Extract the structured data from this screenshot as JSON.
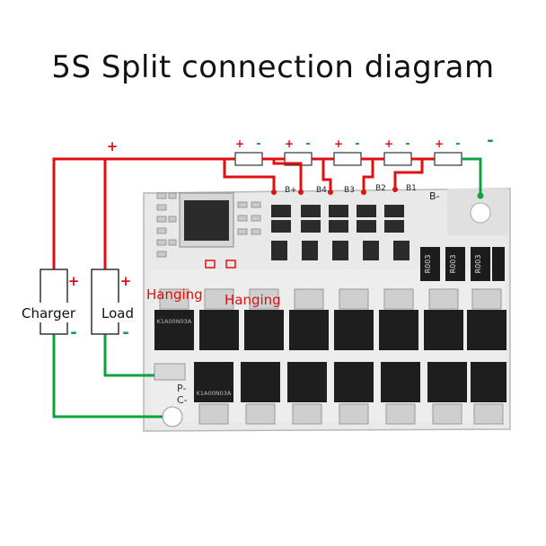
{
  "title": "5S Split connection diagram",
  "colors": {
    "positive": "#e01010",
    "negative": "#10a040",
    "board": "#e8e8e8",
    "text": "#111111"
  },
  "plus_sign": "+",
  "minus_sign": "-",
  "charger": {
    "label": "Charger"
  },
  "load": {
    "label": "Load"
  },
  "balance_pads": [
    "B+",
    "B4",
    "B3",
    "B2",
    "B1",
    "B-"
  ],
  "hanging_labels": [
    "Hanging",
    "Hanging"
  ],
  "terminals": {
    "p_minus": "P-",
    "c_minus": "C-"
  },
  "resistor_marking": "R003",
  "mosfet_top_marking": "K1A00N03A",
  "mosfet_bottom_marking": "K1A00N03A"
}
